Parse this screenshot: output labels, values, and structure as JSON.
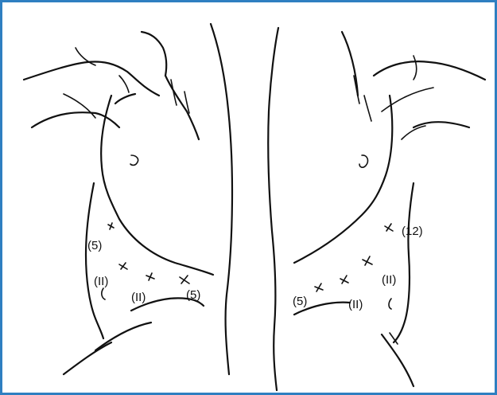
{
  "frame": {
    "border_color": "#2f7fc1",
    "background": "#ffffff"
  },
  "labels": {
    "left_upper": "(5)",
    "left_ii_1": "(II)",
    "left_ii_2": "(II)",
    "left_right": "(5)",
    "right_upper": "(12)",
    "right_ii_1": "(II)",
    "right_ii_2": "(II)",
    "right_lower_left": "(5)"
  }
}
